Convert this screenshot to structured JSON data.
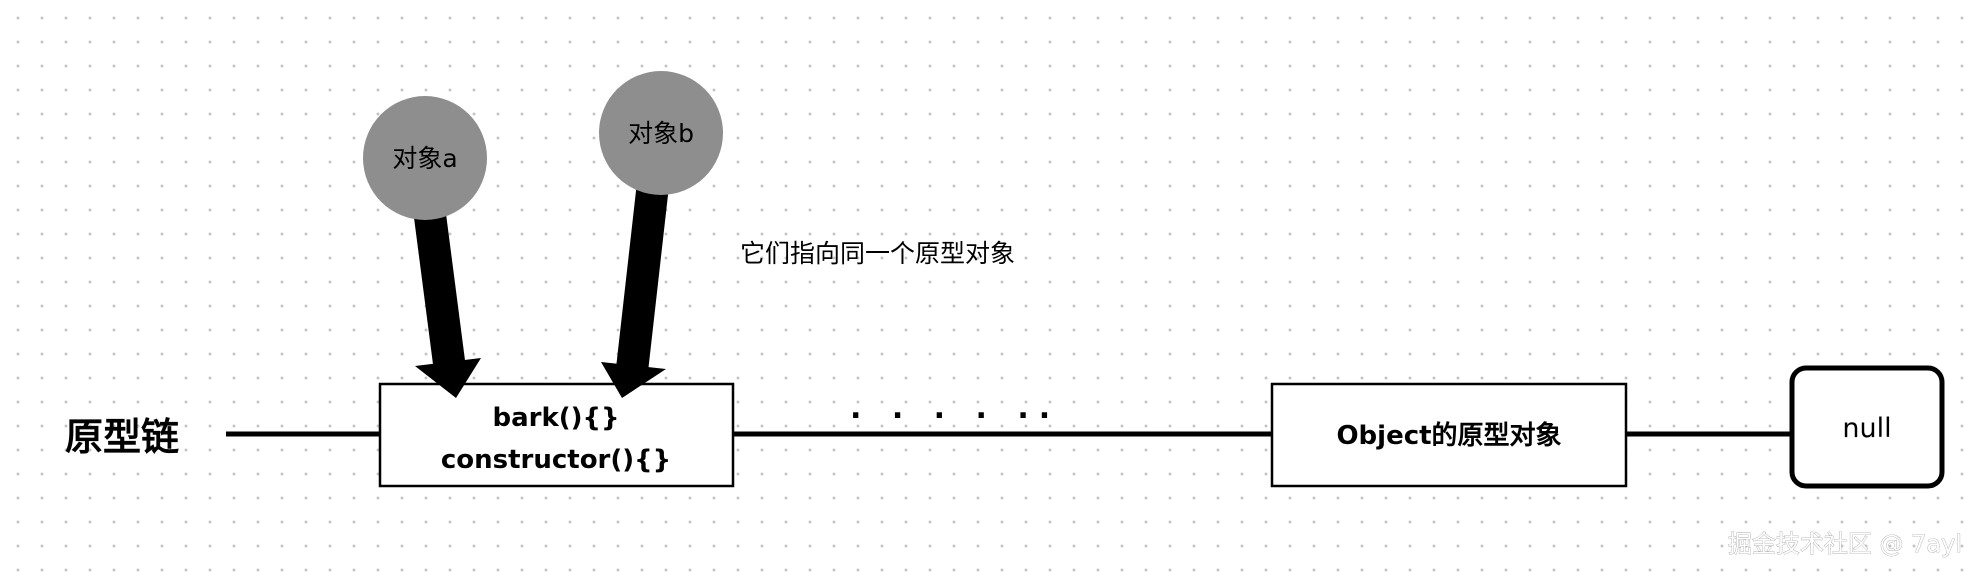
{
  "chain_label": "原型链",
  "objects": [
    {
      "label": "对象a"
    },
    {
      "label": "对象b"
    }
  ],
  "note": "它们指向同一个原型对象",
  "prototype_box": {
    "line1": "bark(){}",
    "line2": "constructor(){}"
  },
  "ellipsis": ". . . . ..",
  "object_prototype": "Object的原型对象",
  "null_box": "null",
  "watermark": "掘金技术社区 @ 7ayl",
  "colors": {
    "circle_fill": "#8e8e8e",
    "stroke": "#000000",
    "box_fill": "#ffffff"
  }
}
